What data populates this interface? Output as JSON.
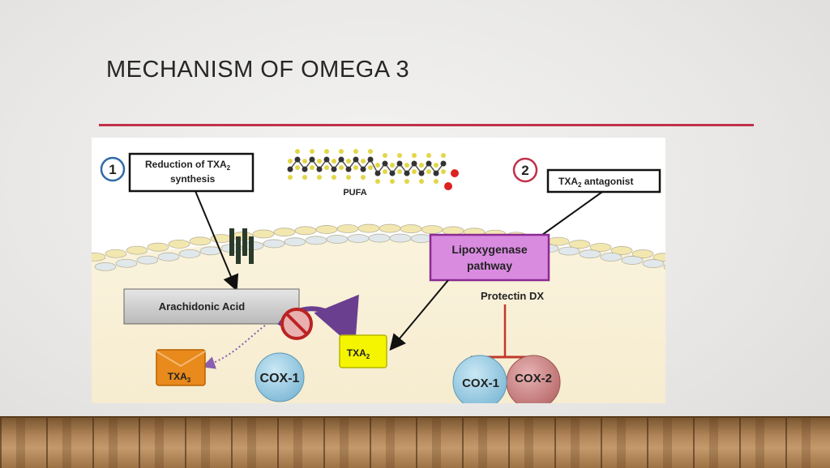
{
  "slide": {
    "title": "MECHANISM OF OMEGA 3"
  },
  "diagram": {
    "step1": {
      "number": "1",
      "label_line1": "Reduction of TXA",
      "label_line1_sub": "2",
      "label_line2": "synthesis"
    },
    "step2": {
      "number": "2",
      "label": "TXA",
      "label_sub": "2",
      "label_rest": " antagonist"
    },
    "pufa_label": "PUFA",
    "arachidonic_acid": "Arachidonic Acid",
    "lipoxygenase": {
      "line1": "Lipoxygenase",
      "line2": "pathway"
    },
    "protectin": "Protectin DX",
    "txa2": {
      "text": "TXA",
      "sub": "2"
    },
    "txa3": {
      "text": "TXA",
      "sub": "3"
    },
    "cox1_left": "COX-1",
    "cox1_right": "COX-1",
    "cox2_right": "COX-2"
  },
  "colors": {
    "title_rule": "#c0304a",
    "lipoxygenase_fill": "#d98be0",
    "lipoxygenase_border": "#8b2a92",
    "txa2_fill": "#f5f500",
    "txa3_fill": "#e88a1c",
    "cox1_fill": "#9fcfe6",
    "cox2_fill": "#cf8f8f",
    "inhibit_line": "#c0392b",
    "dotted_arrow": "#8a5fb0"
  }
}
